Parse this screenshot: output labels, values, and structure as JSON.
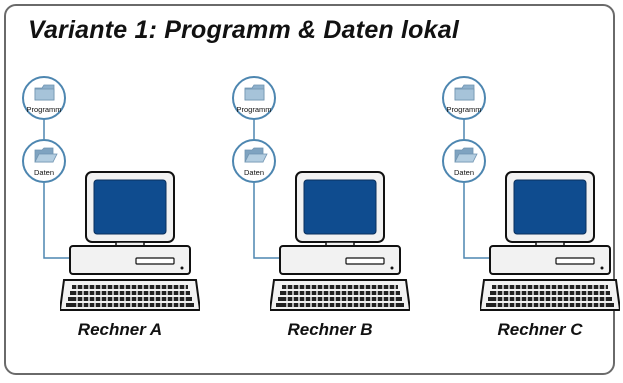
{
  "title": "Variante 1: Programm & Daten lokal",
  "stations": [
    {
      "program_label": "Programm",
      "data_label": "Daten",
      "caption": "Rechner A"
    },
    {
      "program_label": "Programm",
      "data_label": "Daten",
      "caption": "Rechner B"
    },
    {
      "program_label": "Programm",
      "data_label": "Daten",
      "caption": "Rechner C"
    }
  ],
  "icons": {
    "program": "folder-icon",
    "data": "open-folder-icon",
    "computer": "desktop-computer-icon",
    "keyboard": "keyboard-icon"
  },
  "colors": {
    "frame": "#6a6a6a",
    "connector": "#4d86b0",
    "screen": "#0f4c8f",
    "folder": "#8fb1cc"
  }
}
